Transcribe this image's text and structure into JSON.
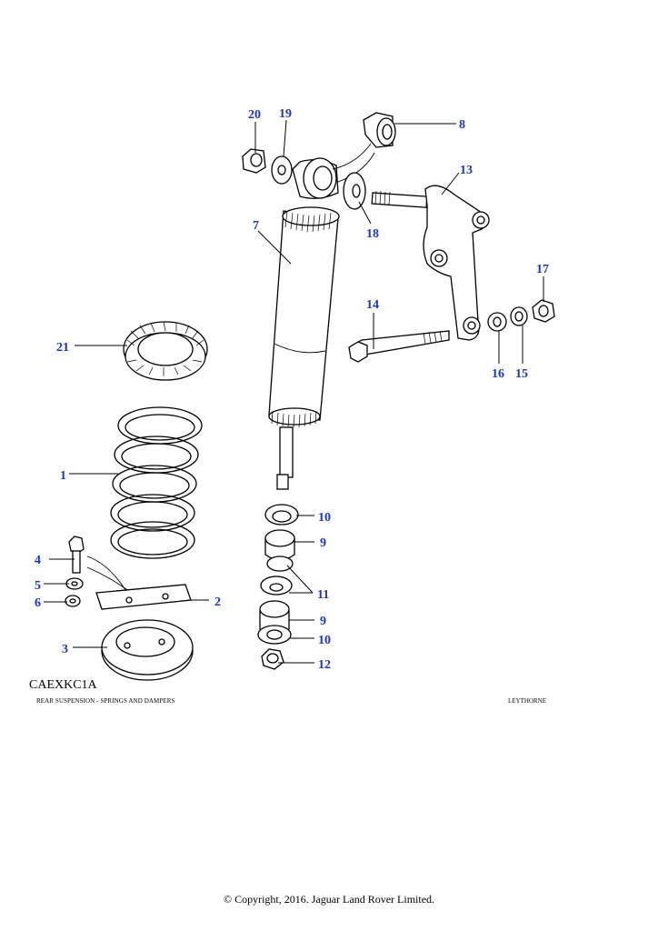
{
  "diagram": {
    "code": "CAEXKC1A",
    "caption": "REAR SUSPENSION - SPRINGS AND DAMPERS",
    "location": "LEYTHORNE",
    "callout_color": "#1a35c8",
    "callouts": [
      {
        "id": "20",
        "label": "20"
      },
      {
        "id": "19",
        "label": "19"
      },
      {
        "id": "8",
        "label": "8"
      },
      {
        "id": "13",
        "label": "13"
      },
      {
        "id": "7",
        "label": "7"
      },
      {
        "id": "18",
        "label": "18"
      },
      {
        "id": "17",
        "label": "17"
      },
      {
        "id": "14",
        "label": "14"
      },
      {
        "id": "16",
        "label": "16"
      },
      {
        "id": "15",
        "label": "15"
      },
      {
        "id": "21",
        "label": "21"
      },
      {
        "id": "1",
        "label": "1"
      },
      {
        "id": "10a",
        "label": "10"
      },
      {
        "id": "9a",
        "label": "9"
      },
      {
        "id": "4",
        "label": "4"
      },
      {
        "id": "11",
        "label": "11"
      },
      {
        "id": "5",
        "label": "5"
      },
      {
        "id": "2",
        "label": "2"
      },
      {
        "id": "6",
        "label": "6"
      },
      {
        "id": "9b",
        "label": "9"
      },
      {
        "id": "3",
        "label": "3"
      },
      {
        "id": "10b",
        "label": "10"
      },
      {
        "id": "12",
        "label": "12"
      }
    ]
  },
  "footer": {
    "copyright": "© Copyright, 2016. Jaguar Land Rover Limited."
  }
}
